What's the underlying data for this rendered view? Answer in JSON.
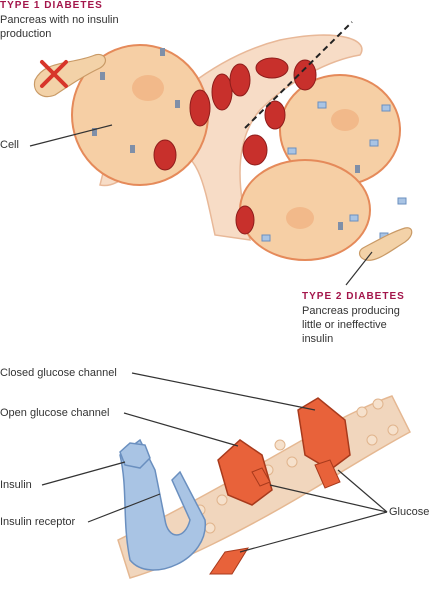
{
  "type1": {
    "title": "TYPE 1 DIABETES",
    "desc_line1": "Pancreas with no insulin",
    "desc_line2": "production"
  },
  "cell_label": "Cell",
  "type2": {
    "title": "TYPE 2 DIABETES",
    "desc_line1": "Pancreas producing",
    "desc_line2": "little or ineffective",
    "desc_line3": "insulin"
  },
  "labels": {
    "closed_channel": "Closed glucose channel",
    "open_channel": "Open glucose channel",
    "insulin": "Insulin",
    "insulin_receptor": "Insulin receptor",
    "glucose": "Glucose"
  },
  "colors": {
    "title": "#a3154a",
    "cell": "#f6cfa5",
    "blood_cell": "#c8302c",
    "insulin": "#a9c4e4",
    "channel": "#e8623a",
    "membrane": "#f1d6bd"
  }
}
